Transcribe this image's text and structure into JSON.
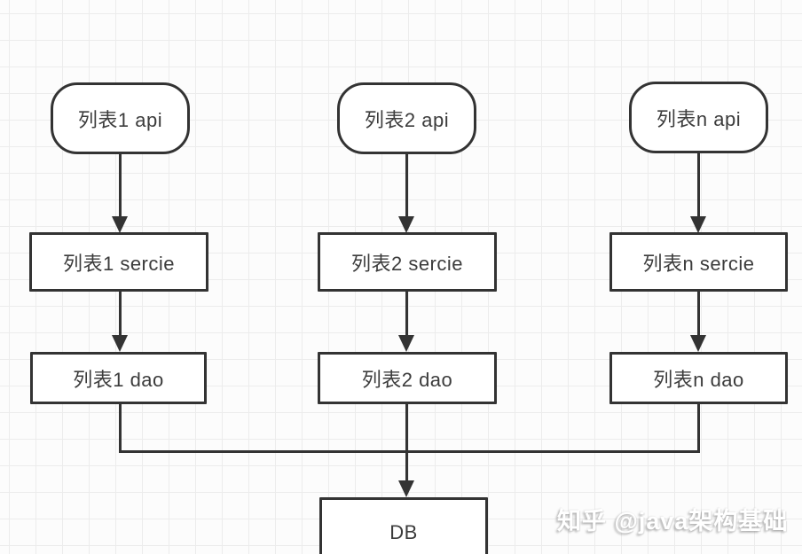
{
  "page": {
    "background_color": "#fcfcfc",
    "grid_color": "#ececec",
    "stroke_color": "#333333",
    "text_color": "#3c3c3c"
  },
  "diagram": {
    "columns": [
      {
        "api": "列表1 api",
        "service": "列表1 sercie",
        "dao": "列表1 dao"
      },
      {
        "api": "列表2 api",
        "service": "列表2 sercie",
        "dao": "列表2 dao"
      },
      {
        "api": "列表n api",
        "service": "列表n sercie",
        "dao": "列表n dao"
      }
    ],
    "db": {
      "label": "DB"
    }
  },
  "watermark": {
    "text": "知乎 @java架构基础"
  }
}
